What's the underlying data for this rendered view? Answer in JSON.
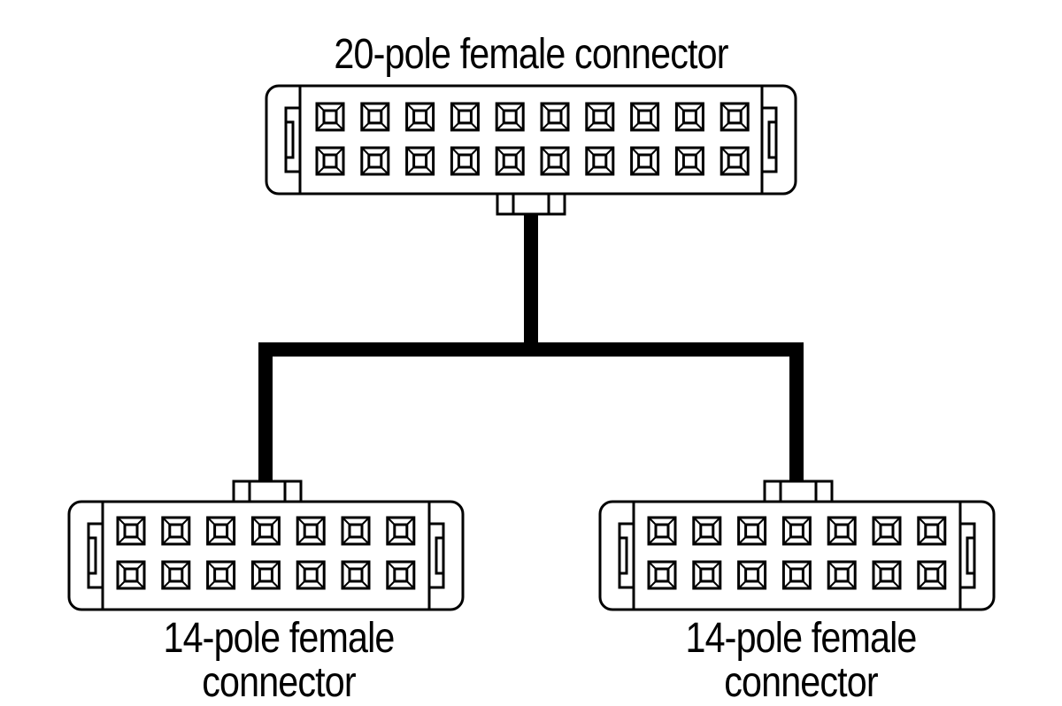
{
  "colors": {
    "line": "#000000",
    "background": "#ffffff"
  },
  "labels": {
    "top": "20-pole female connector",
    "left_line1": "14-pole female",
    "left_line2": "connector",
    "right_line1": "14-pole female",
    "right_line2": "connector"
  },
  "connectors": {
    "top": {
      "poles": 20,
      "columns": 10,
      "rows": 2
    },
    "left": {
      "poles": 14,
      "columns": 7,
      "rows": 2
    },
    "right": {
      "poles": 14,
      "columns": 7,
      "rows": 2
    }
  }
}
